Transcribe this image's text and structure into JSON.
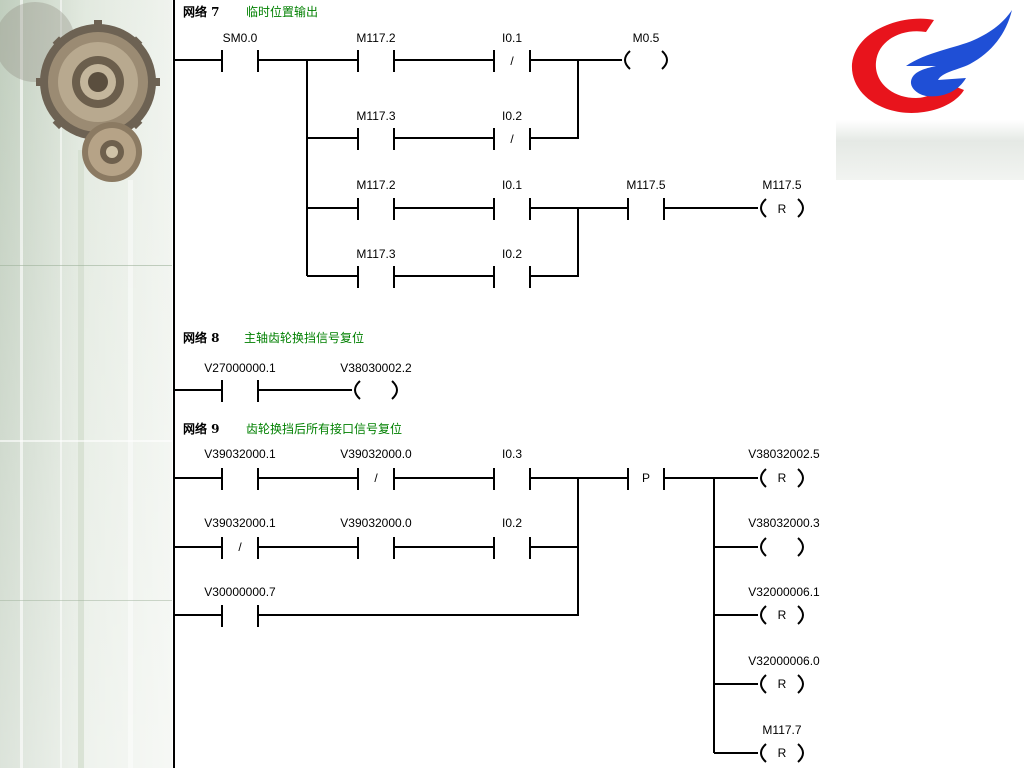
{
  "networks": [
    {
      "header": "网络 7",
      "comment": "临时位置输出",
      "contacts": [
        {
          "address": "SM0.0",
          "symbol": ""
        },
        {
          "address": "M117.2",
          "symbol": ""
        },
        {
          "address": "I0.1",
          "symbol": "/"
        },
        {
          "address": "M117.3",
          "symbol": ""
        },
        {
          "address": "I0.2",
          "symbol": "/"
        },
        {
          "address": "M117.2",
          "symbol": ""
        },
        {
          "address": "I0.1",
          "symbol": ""
        },
        {
          "address": "M117.5",
          "symbol": ""
        },
        {
          "address": "M117.3",
          "symbol": ""
        },
        {
          "address": "I0.2",
          "symbol": ""
        }
      ],
      "coils": [
        {
          "address": "M0.5",
          "symbol": ""
        },
        {
          "address": "M117.5",
          "symbol": "R"
        }
      ]
    },
    {
      "header": "网络 8",
      "comment": "主轴齿轮换挡信号复位",
      "contacts": [
        {
          "address": "V27000000.1",
          "symbol": ""
        }
      ],
      "coils": [
        {
          "address": "V38030002.2",
          "symbol": ""
        }
      ]
    },
    {
      "header": "网络 9",
      "comment": "齿轮换挡后所有接口信号复位",
      "contacts": [
        {
          "address": "V39032000.1",
          "symbol": ""
        },
        {
          "address": "V39032000.0",
          "symbol": "/"
        },
        {
          "address": "I0.3",
          "symbol": ""
        },
        {
          "address": "",
          "symbol": "P"
        },
        {
          "address": "V39032000.1",
          "symbol": "/"
        },
        {
          "address": "V39032000.0",
          "symbol": ""
        },
        {
          "address": "I0.2",
          "symbol": ""
        },
        {
          "address": "V30000000.7",
          "symbol": ""
        }
      ],
      "coils": [
        {
          "address": "V38032002.5",
          "symbol": "R"
        },
        {
          "address": "V38032000.3",
          "symbol": ""
        },
        {
          "address": "V32000006.1",
          "symbol": "R"
        },
        {
          "address": "V32000006.0",
          "symbol": "R"
        },
        {
          "address": "M117.7",
          "symbol": "R"
        }
      ]
    }
  ],
  "theme": {
    "comment_color": "#008000",
    "logo_red": "#e8141c",
    "logo_blue": "#1f4fd6",
    "deco_green": "#c9d6c6"
  },
  "icons": [
    "gears-icon",
    "company-logo-icon"
  ]
}
